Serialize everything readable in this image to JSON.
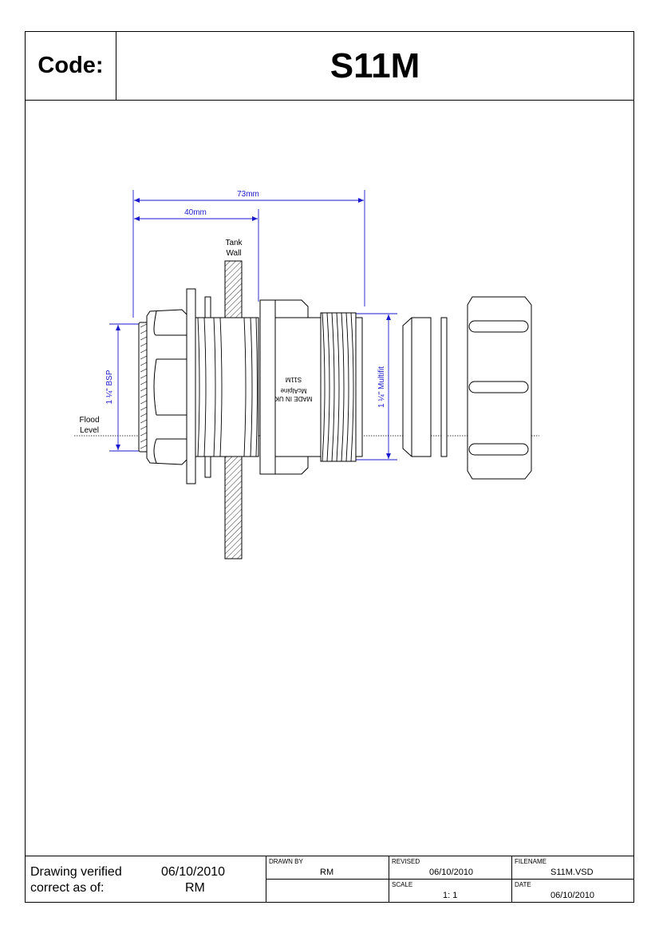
{
  "header": {
    "code_label": "Code:",
    "code_value": "S11M"
  },
  "dimensions": {
    "overall": "73mm",
    "to_wall": "40mm",
    "bsp": "1 ¼\" BSP",
    "multifit": "1 ¼\" Multifit"
  },
  "labels": {
    "tank_wall_line1": "Tank",
    "tank_wall_line2": "Wall",
    "flood_line1": "Flood",
    "flood_line2": "Level"
  },
  "body_marking": {
    "line1": "MADE IN UK",
    "line2": "McAlpine",
    "line3": "S11M"
  },
  "title_block": {
    "verified_line1": "Drawing verified",
    "verified_line2": "correct as of:",
    "verified_date": "06/10/2010",
    "verified_by": "RM",
    "drawn_by_label": "DRAWN BY",
    "drawn_by_value": "RM",
    "revised_label": "REVISED",
    "revised_value": "06/10/2010",
    "scale_label": "SCALE",
    "scale_value": "1: 1",
    "filename_label": "FILENAME",
    "filename_value": "S11M.VSD",
    "date_label": "DATE",
    "date_value": "06/10/2010"
  },
  "colors": {
    "dimension": "#1a1acc",
    "line": "#000000"
  }
}
